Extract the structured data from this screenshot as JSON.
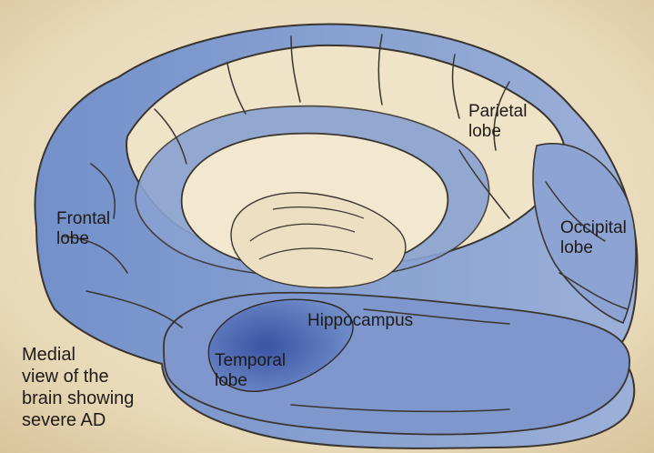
{
  "labels": {
    "parietal": "Parietal\nlobe",
    "frontal": "Frontal\nlobe",
    "occipital": "Occipital\nlobe",
    "hippocampus": "Hippocampus",
    "temporal": "Temporal\nlobe"
  },
  "caption": "Medial\nview of the\nbrain showing\nsevere AD",
  "colors": {
    "background": "#e9dcc0",
    "cortex_tan": "#efe3c8",
    "atrophy_blue": "#6f8cc8",
    "atrophy_dark": "#3e5aa8",
    "outline": "#3a3530"
  }
}
